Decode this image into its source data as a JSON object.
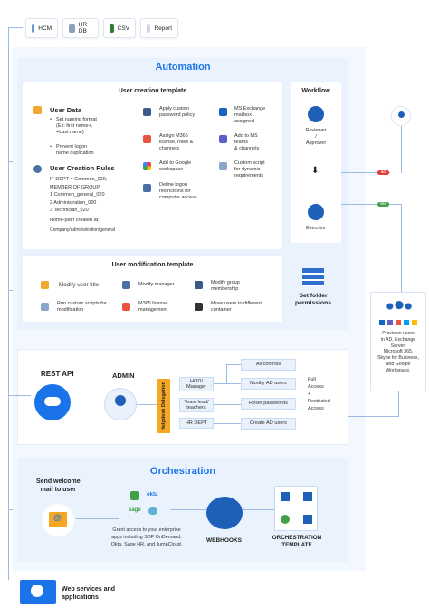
{
  "sources": [
    "HCM",
    "HR DB",
    "CSV",
    "Report"
  ],
  "automation": {
    "title": "Automation",
    "creation": {
      "title": "User creation template",
      "user_data": "User Data",
      "naming": [
        "Set naming format",
        "(Ex: first name+,",
        "+Last name)"
      ],
      "prevent": [
        "Prevent logon",
        "name duplication"
      ],
      "rules_title": "User Creation Rules",
      "rules": [
        "IF DEPT = Common_020,",
        "MEMBER OF GROUP",
        "1 Common_general_020",
        "2 Administration_020",
        "3 Technician_020",
        "Home-path created at:",
        "Company/administration/general"
      ],
      "mid": [
        [
          "Apply custom",
          "password policy"
        ],
        [
          "Assign M365",
          "license, roles &",
          "channels"
        ],
        [
          "Add to Google",
          "workspace"
        ],
        [
          "Define logon",
          "restrictions for",
          "computer access"
        ]
      ],
      "right": [
        [
          "MS Exchange",
          "mailbox",
          "assigned"
        ],
        [
          "Add to MS",
          "teams",
          "& channels"
        ],
        [
          "Custom script",
          "for dynamic",
          "requirements"
        ]
      ]
    },
    "modification": {
      "title": "User modification template",
      "items": [
        "Modify user title",
        "Modify manager",
        "Modify group membership",
        "Run custom scripts for modification",
        "M365 license management",
        "Move users to different container"
      ]
    },
    "workflow": {
      "title": "Workflow",
      "reviewer": [
        "Reviewer",
        "/",
        "Approver"
      ],
      "executor": "Executor"
    },
    "set_folder": [
      "Set folder",
      "permissions"
    ],
    "no_label": "NO",
    "yes_label": "YES"
  },
  "provision": [
    "Provision users",
    "in AD, Exchange",
    "Server,",
    "Microsoft 365,",
    "Skype for Business,",
    "and Google",
    "Workspace."
  ],
  "rest": {
    "title": "REST API",
    "admin": "ADMIN",
    "delegation": "Helpdesk Delegation",
    "roles": [
      "HOD/ Manager",
      "Team lead/ teachers",
      "HR DEPT"
    ],
    "actions": [
      "All controls",
      "Modify AD users",
      "Reset passwords",
      "Create AD users"
    ],
    "access": [
      "Full",
      "Access",
      "+",
      "Restricted",
      "Access"
    ]
  },
  "orchestration": {
    "title": "Orchestration",
    "send": [
      "Send welcome",
      "mail to user"
    ],
    "apps": [
      "okta",
      "sage"
    ],
    "grant": [
      "Grant access to your enterprise",
      "apps including SDP OnDemand,",
      "Okta, Sage HR, and JumpCloud."
    ],
    "webhooks": "WEBHOOKS",
    "template": [
      "ORCHESTRATION",
      "TEMPLATE"
    ]
  },
  "web": [
    "Web services and",
    "applications"
  ],
  "colors": {
    "accent": "#1a73e8",
    "no": "#e53935",
    "yes": "#43a047",
    "panel": "#eaf3fd"
  }
}
